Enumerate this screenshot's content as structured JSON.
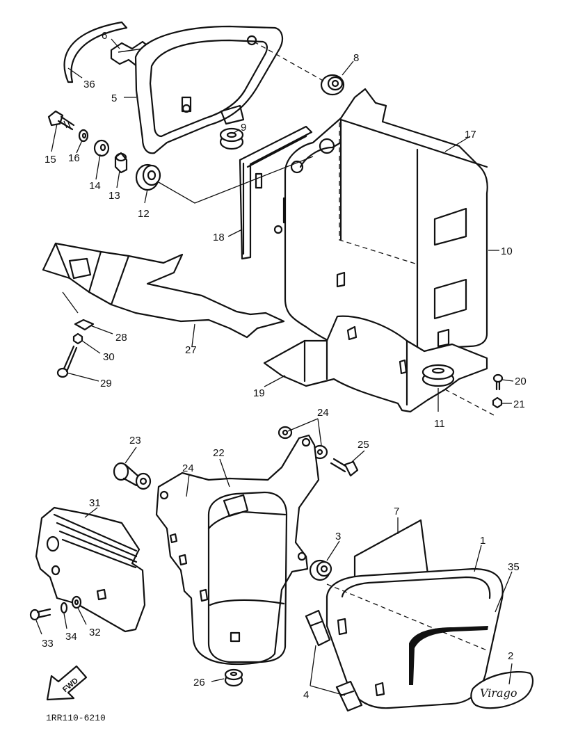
{
  "diagram": {
    "drawing_number": "1RR110-6210",
    "fwd_label": "FWD",
    "emblem_text": "Virago",
    "callouts": [
      {
        "id": "36",
        "label": "36"
      },
      {
        "id": "6",
        "label": "6"
      },
      {
        "id": "5",
        "label": "5"
      },
      {
        "id": "8",
        "label": "8"
      },
      {
        "id": "9",
        "label": "9"
      },
      {
        "id": "15",
        "label": "15"
      },
      {
        "id": "16",
        "label": "16"
      },
      {
        "id": "14",
        "label": "14"
      },
      {
        "id": "13",
        "label": "13"
      },
      {
        "id": "12",
        "label": "12"
      },
      {
        "id": "17",
        "label": "17"
      },
      {
        "id": "18",
        "label": "18"
      },
      {
        "id": "10",
        "label": "10"
      },
      {
        "id": "28",
        "label": "28"
      },
      {
        "id": "27",
        "label": "27"
      },
      {
        "id": "30",
        "label": "30"
      },
      {
        "id": "29",
        "label": "29"
      },
      {
        "id": "19",
        "label": "19"
      },
      {
        "id": "20",
        "label": "20"
      },
      {
        "id": "21",
        "label": "21"
      },
      {
        "id": "11",
        "label": "11"
      },
      {
        "id": "24a",
        "label": "24"
      },
      {
        "id": "23",
        "label": "23"
      },
      {
        "id": "22",
        "label": "22"
      },
      {
        "id": "24b",
        "label": "24"
      },
      {
        "id": "25",
        "label": "25"
      },
      {
        "id": "31",
        "label": "31"
      },
      {
        "id": "7",
        "label": "7"
      },
      {
        "id": "3",
        "label": "3"
      },
      {
        "id": "1",
        "label": "1"
      },
      {
        "id": "35",
        "label": "35"
      },
      {
        "id": "33",
        "label": "33"
      },
      {
        "id": "34",
        "label": "34"
      },
      {
        "id": "32",
        "label": "32"
      },
      {
        "id": "2",
        "label": "2"
      },
      {
        "id": "26",
        "label": "26"
      },
      {
        "id": "4",
        "label": "4"
      }
    ]
  }
}
